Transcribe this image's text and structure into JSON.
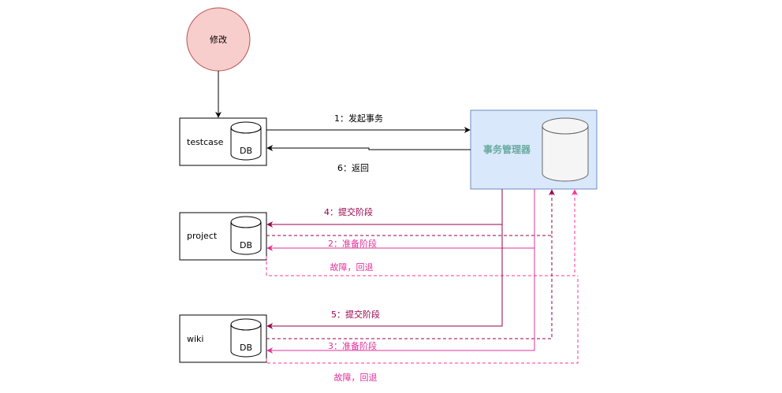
{
  "nodes": {
    "modify": {
      "label": "修改"
    },
    "testcase": {
      "label": "testcase",
      "db_label": "DB"
    },
    "project": {
      "label": "project",
      "db_label": "DB"
    },
    "wiki": {
      "label": "wiki",
      "db_label": "DB"
    },
    "tx_manager": {
      "label": "事务管理器"
    }
  },
  "edges": {
    "start_tx": "1：发起事务",
    "return": "6：返回",
    "commit_project": "4：提交阶段",
    "prepare_project": "2：准备阶段",
    "rollback_project": "故障，回退",
    "commit_wiki": "5：提交阶段",
    "prepare_wiki": "3：准备阶段",
    "rollback_wiki": "故障，回退"
  },
  "colors": {
    "modify_fill": "#f8cecc",
    "modify_stroke": "#b85450",
    "tx_fill": "#dae8fc",
    "tx_stroke": "#6c8ebf",
    "tx_text": "#67ab9f",
    "commit": "#99004d",
    "prepare": "#e0309a",
    "rollback": "#ff3399",
    "db_fill": "#f5f5f5"
  }
}
